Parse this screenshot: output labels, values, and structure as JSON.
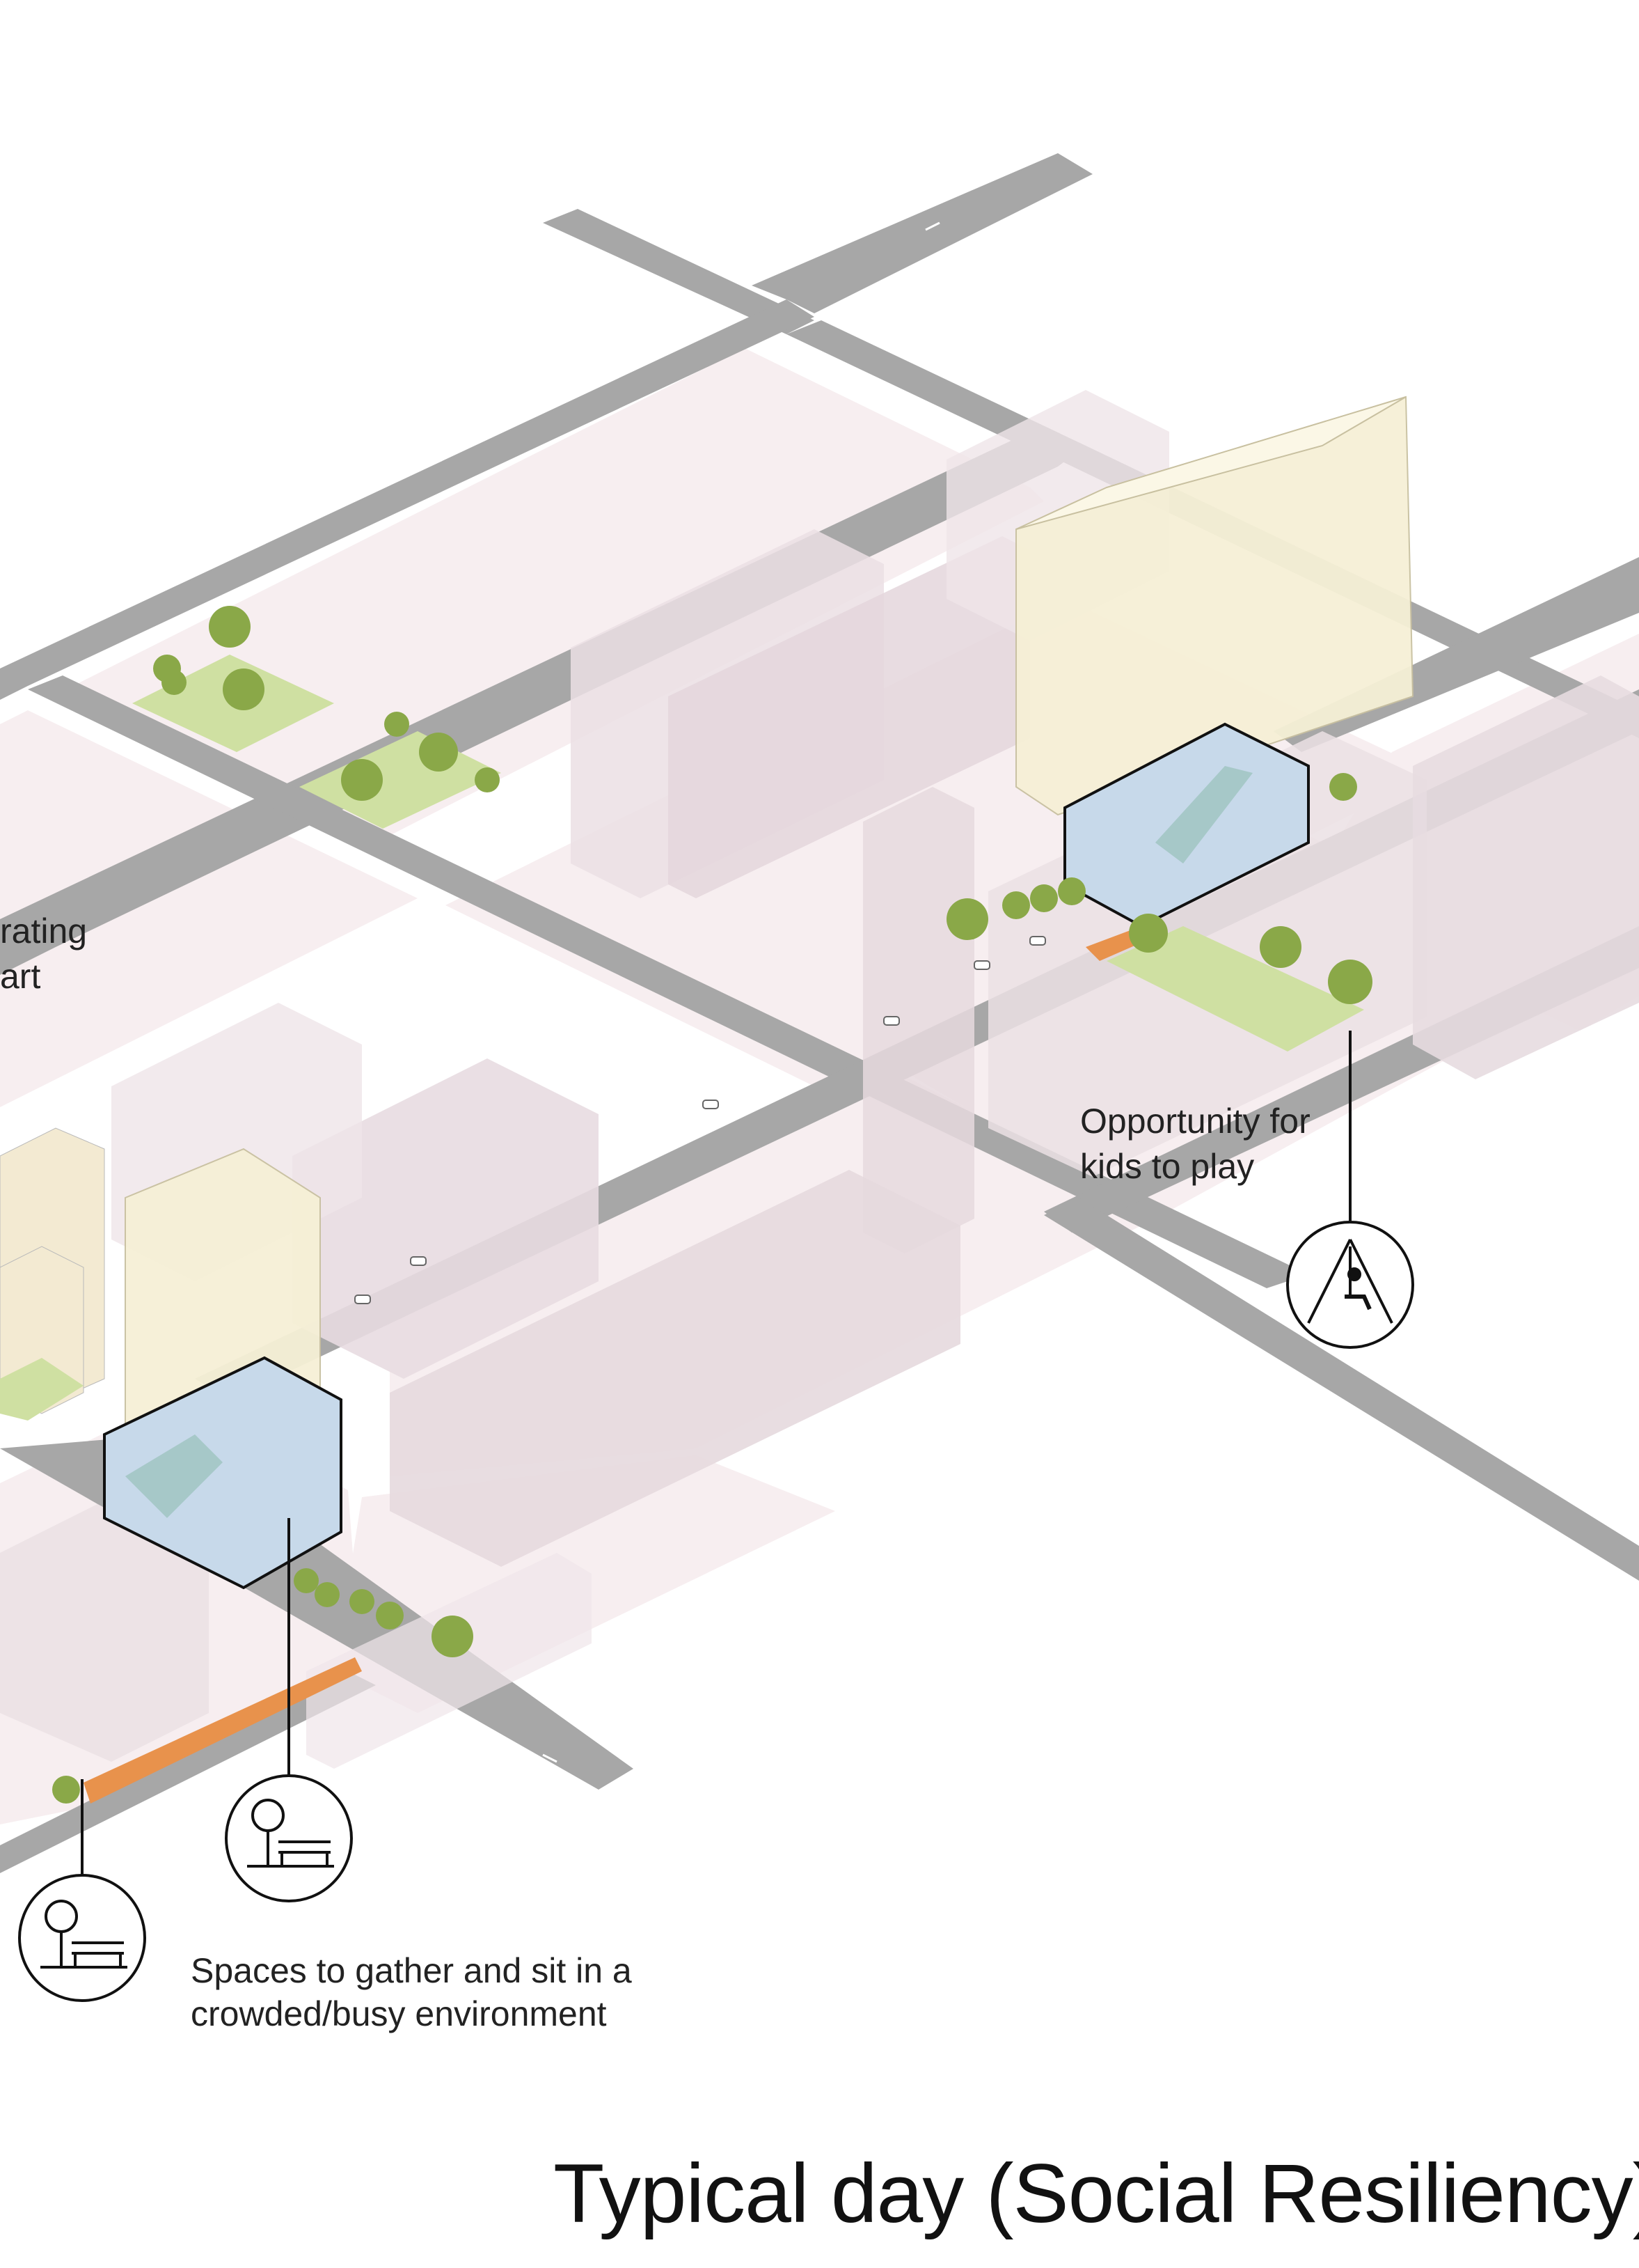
{
  "title": "Typical day (Social Resiliency)",
  "annotations": {
    "partial_line_1": "rating",
    "partial_line_2": "art",
    "kids_line_1": "Opportunity for",
    "kids_line_2": "kids to play",
    "gather_line_1": "Spaces to gather and sit in a",
    "gather_line_2": "crowded/busy environment"
  },
  "icons": {
    "swing": "swing-icon",
    "bench_tree_a": "tree-bench-icon",
    "bench_tree_b": "tree-bench-icon"
  },
  "colors": {
    "road": "#a9a9a9",
    "block": "#f6ecef",
    "building": "#e7dbe0",
    "tower": "#f6f0d6",
    "glass": "#c7d9ea",
    "park": "#cfe0a2",
    "tree": "#8aa848",
    "paving": "#e8924c",
    "line": "#111111"
  }
}
